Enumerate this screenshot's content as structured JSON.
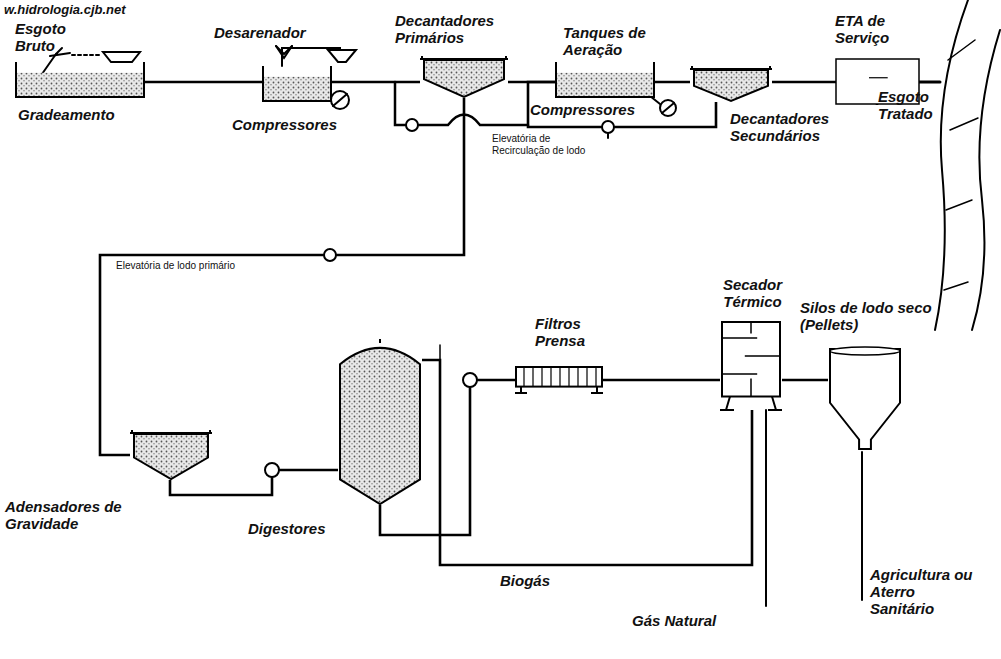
{
  "diagram": {
    "nodes": [
      {
        "text": [
          "Esgoto Bruto",
          "Gradeamento"
        ]
      },
      {
        "text": [
          "Desarenador"
        ]
      },
      {
        "text": [
          "Decantadores Primários"
        ]
      },
      {
        "text": [
          "Tanques de Aeração"
        ]
      },
      {
        "text": [
          "Decantadores Secundários"
        ]
      },
      {
        "text": [
          "ETA de Serviço"
        ]
      },
      {
        "text": [
          "Adensadores de Gravidade"
        ]
      },
      {
        "text": [
          "Digestores"
        ]
      },
      {
        "text": [
          "Filtros Prensa"
        ]
      },
      {
        "text": [
          "Secador Térmico"
        ]
      },
      {
        "text": [
          "Silos de lodo seco (Pellets)"
        ]
      }
    ],
    "edges": [
      {
        "from": 0,
        "to": 1,
        "arrow": "none"
      },
      {
        "from": 1,
        "to": 2,
        "arrow": "none"
      },
      {
        "from": 2,
        "to": 3,
        "arrow": "none"
      },
      {
        "from": 3,
        "to": 4,
        "arrow": "none"
      },
      {
        "from": 4,
        "to": 5,
        "arrow": "none"
      },
      {
        "from": 2,
        "to": 6,
        "arrow": "none"
      },
      {
        "from": 4,
        "to": 3,
        "arrow": "none"
      },
      {
        "from": 6,
        "to": 7,
        "arrow": "none"
      },
      {
        "from": 7,
        "to": 8,
        "arrow": "none"
      },
      {
        "from": 8,
        "to": 9,
        "arrow": "none"
      },
      {
        "from": 9,
        "to": 10,
        "arrow": "none"
      },
      {
        "from": 7,
        "to": 9,
        "label": "Biogás",
        "arrow": "none"
      }
    ],
    "labels": [
      "w.hidrologia.cjb.net",
      "Compressores",
      "Compressores",
      "Esgoto Tratado",
      "Elevatória de Recirculação de lodo",
      "Elevatória de lodo primário",
      "Gás Natural",
      "Agricultura ou Aterro Sanitário"
    ]
  }
}
